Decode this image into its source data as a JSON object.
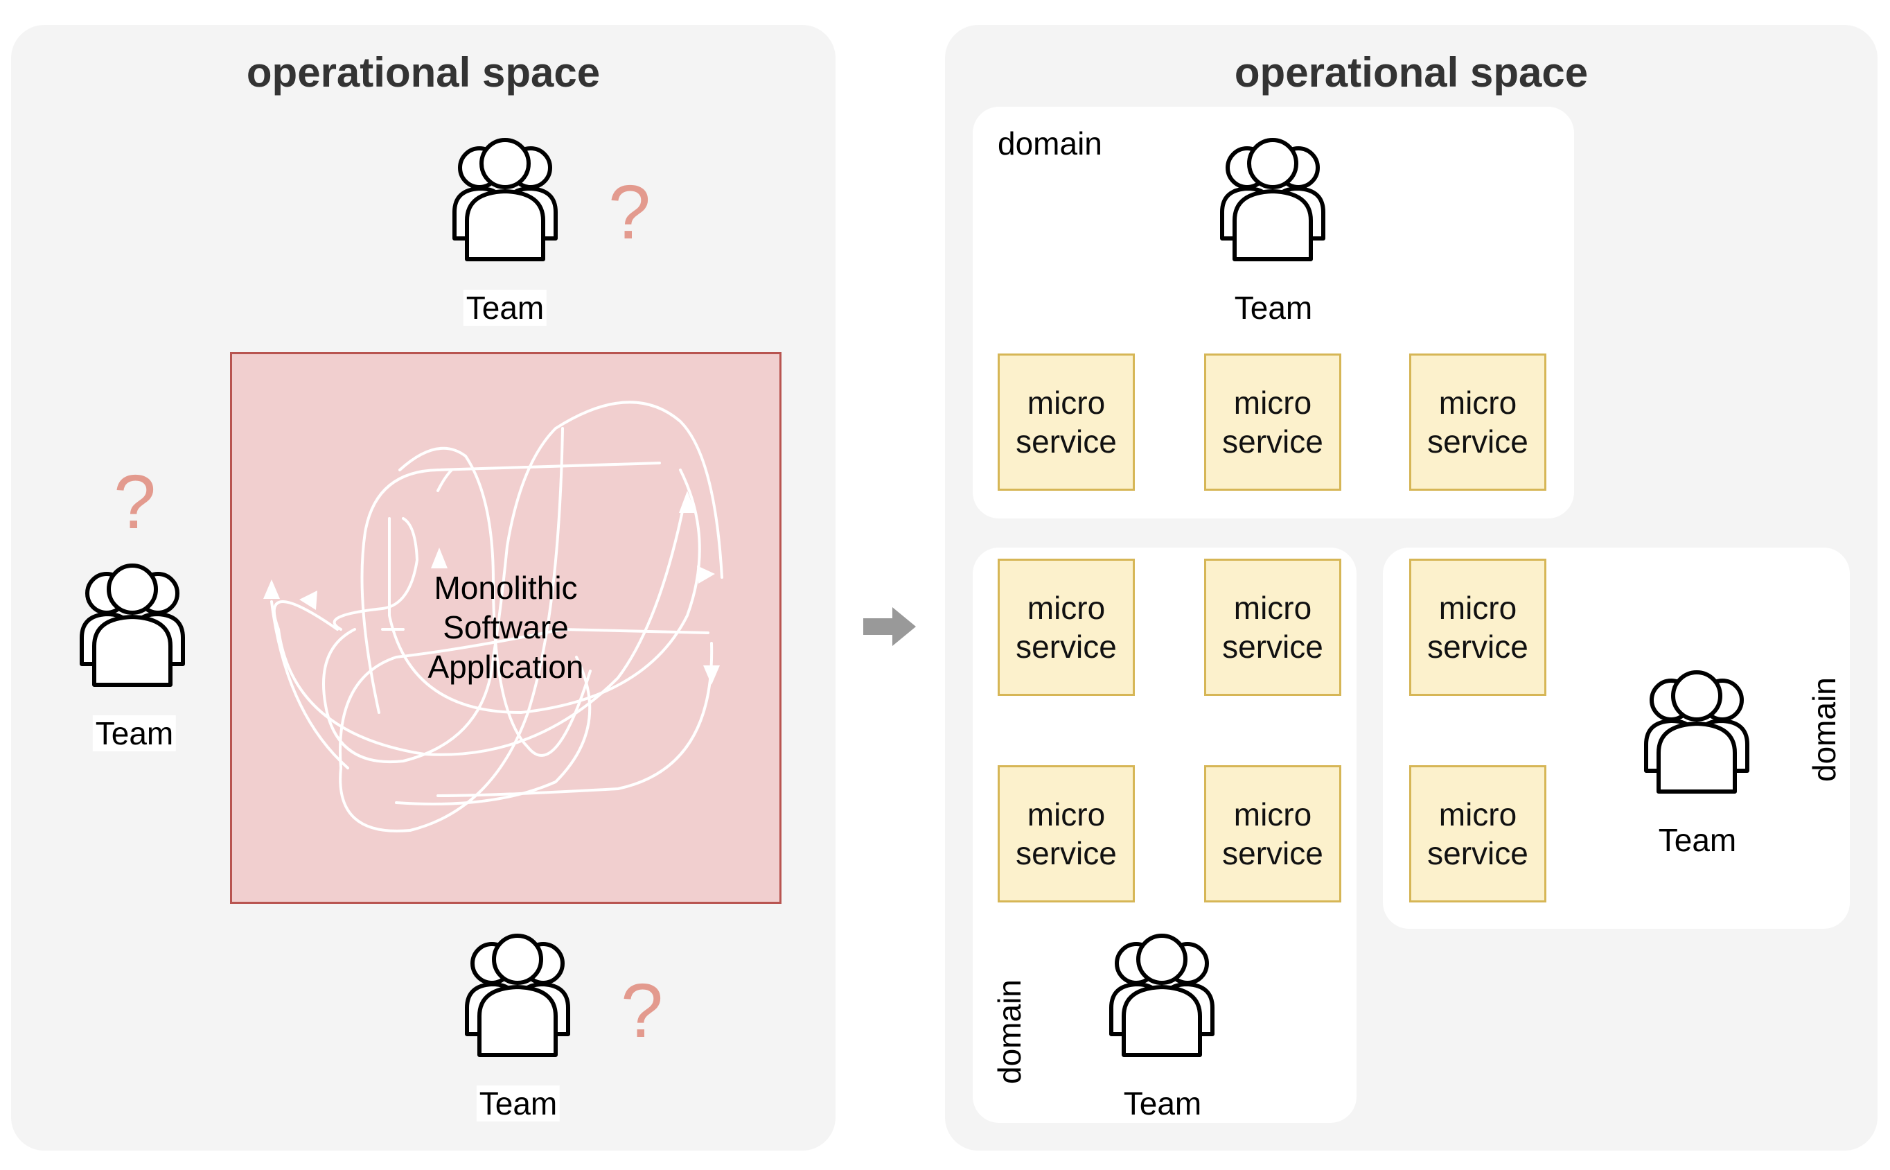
{
  "left_panel": {
    "title": "operational space",
    "teams": {
      "top": "Team",
      "left": "Team",
      "bottom": "Team"
    },
    "question_mark": "?",
    "monolith": {
      "line1": "Monolithic",
      "line2": "Software",
      "line3": "Application"
    }
  },
  "arrow": {
    "icon": "right-arrow-icon",
    "color": "#999999"
  },
  "right_panel": {
    "title": "operational space",
    "domain_top": {
      "label": "domain",
      "team": "Team",
      "services": [
        {
          "line1": "micro",
          "line2": "service"
        },
        {
          "line1": "micro",
          "line2": "service"
        },
        {
          "line1": "micro",
          "line2": "service"
        }
      ]
    },
    "domain_bottom_left": {
      "label": "domain",
      "team": "Team",
      "services": [
        {
          "line1": "micro",
          "line2": "service"
        },
        {
          "line1": "micro",
          "line2": "service"
        },
        {
          "line1": "micro",
          "line2": "service"
        },
        {
          "line1": "micro",
          "line2": "service"
        }
      ]
    },
    "domain_bottom_right": {
      "label": "domain",
      "team": "Team",
      "services": [
        {
          "line1": "micro",
          "line2": "service"
        },
        {
          "line1": "micro",
          "line2": "service"
        }
      ]
    }
  },
  "colors": {
    "panel_bg": "#f4f4f4",
    "monolith_fill": "#f1cfcf",
    "monolith_border": "#b85450",
    "service_fill": "#fcf1cc",
    "service_border": "#d6b656",
    "question_mark": "#e39a8e"
  }
}
